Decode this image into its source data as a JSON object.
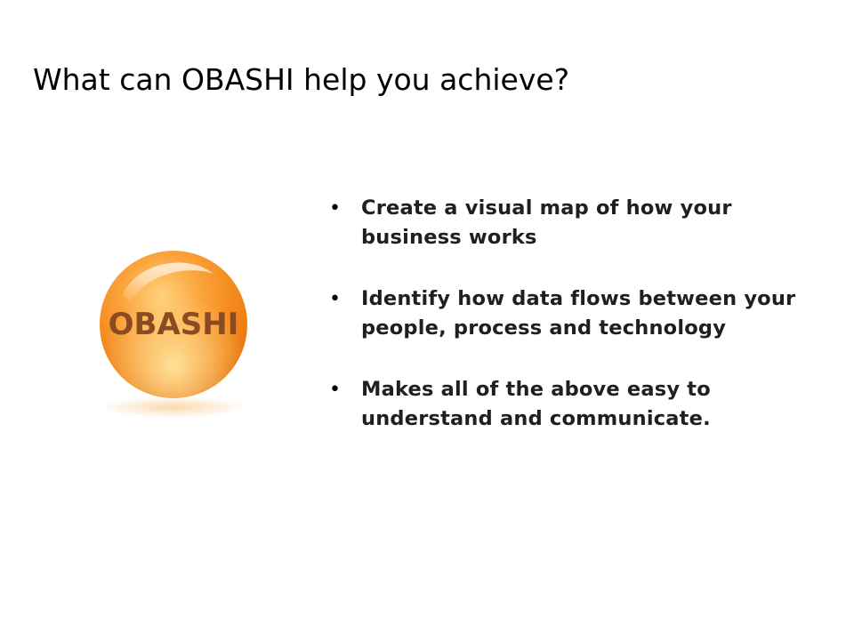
{
  "slide": {
    "title": "What can OBASHI help you achieve?",
    "logo": {
      "icon": "orange-sphere-icon",
      "label": "OBASHI",
      "colors": {
        "sphere": "#f28a1a",
        "highlight": "#ffe3a6",
        "text": "#8a4a22"
      }
    },
    "bullet_glyph": "•",
    "bullets": [
      {
        "text": "Create a visual map of how your business works"
      },
      {
        "text": "Identify how data flows between your people, process and technology"
      },
      {
        "text": "Makes all of the above easy to understand and communicate."
      }
    ]
  }
}
